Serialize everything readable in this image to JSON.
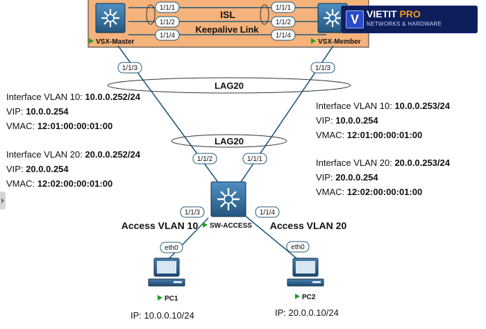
{
  "brand": {
    "name_main": "VIETIT",
    "name_accent": "PRO",
    "tagline": "NETWORKS & HARDWARE",
    "logo_letter": "V"
  },
  "devices": {
    "vsx_master": "VSX-Master",
    "vsx_member": "VSX-Member",
    "sw_access": "SW-ACCESS",
    "pc1": "PC1",
    "pc2": "PC2"
  },
  "links": {
    "isl": "ISL",
    "keepalive": "Keepalive Link",
    "lag_top": "LAG20",
    "lag_bottom": "LAG20",
    "access_vlan10": "Access VLAN 10",
    "access_vlan20": "Access VLAN 20"
  },
  "ports": {
    "m_11": "1/1/1",
    "m_12": "1/1/2",
    "m_14": "1/1/4",
    "s_11": "1/1/1",
    "s_12": "1/1/2",
    "s_14": "1/1/4",
    "m_13": "1/1/3",
    "s_13": "1/1/3",
    "a_12": "1/1/2",
    "a_11": "1/1/1",
    "a_13": "1/1/3",
    "a_14": "1/1/4",
    "pc1_eth": "eth0",
    "pc2_eth": "eth0"
  },
  "left_info": {
    "vlan10_label": "Interface VLAN 10: ",
    "vlan10_ip": "10.0.0.252/24",
    "vip10_label": "VIP: ",
    "vip10": "10.0.0.254",
    "vmac10_label": "VMAC: ",
    "vmac10": "12:01:00:00:01:00",
    "vlan20_label": "Interface VLAN 20: ",
    "vlan20_ip": "20.0.0.252/24",
    "vip20_label": "VIP: ",
    "vip20": "20.0.0.254",
    "vmac20_label": "VMAC: ",
    "vmac20": "12:02:00:00:01:00"
  },
  "right_info": {
    "vlan10_label": "Interface VLAN 10: ",
    "vlan10_ip": "10.0.0.253/24",
    "vip10_label": "VIP: ",
    "vip10": "10.0.0.254",
    "vmac10_label": "VMAC: ",
    "vmac10": "12:01:00:00:01:00",
    "vlan20_label": "Interface VLAN 20: ",
    "vlan20_ip": "20.0.0.253/24",
    "vip20_label": "VIP: ",
    "vip20": "20.0.0.254",
    "vmac20_label": "VMAC: ",
    "vmac20": "12:02:00:00:01:00"
  },
  "pc_ips": {
    "pc1": "IP: 10.0.0.10/24",
    "pc2": "IP: 20.0.0.10/24"
  },
  "colors": {
    "vsx_group_fill": "#f5b27b",
    "link": "#1f5a7a",
    "switch_blue": "#2f6fa3",
    "status_green": "#1aa31a"
  }
}
